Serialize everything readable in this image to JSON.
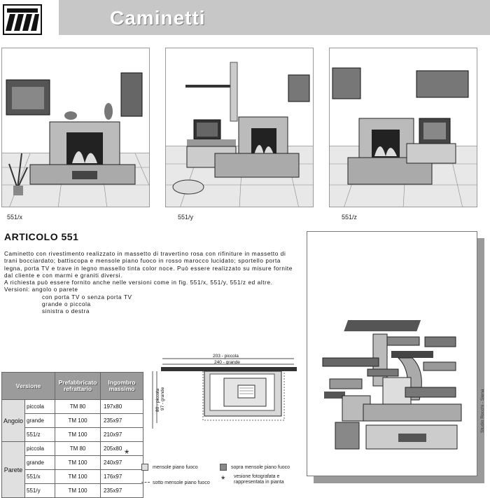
{
  "header": {
    "title": "Caminetti"
  },
  "panels": [
    {
      "caption": "551/x"
    },
    {
      "caption": "551/y"
    },
    {
      "caption": "551/z"
    }
  ],
  "article": {
    "title": "ARTICOLO 551",
    "paragraphs": [
      "Caminetto con rivestimento realizzato in massetto di travertino rosa con rifiniture in massetto di trani bocciardato; battiscopa e mensole piano fuoco in rosso marocco lucidato; sportello porta legna, porta TV e trave in legno massello tinta color noce. Può essere realizzato su misure fornite dal cliente e con marmi e graniti diversi.",
      "A richiesta può essere fornito anche nelle versioni come in fig. 551/x, 551/y, 551/z ed altre.",
      "Versioni: angolo o parete"
    ],
    "options": [
      "con porta TV o senza porta TV",
      "grande o piccola",
      "sinistra o destra"
    ]
  },
  "plan": {
    "dim_top": "203 - piccola",
    "dim_top2": "240 - grande",
    "dim_side": "80 - piccola",
    "dim_side2": "97 - grande"
  },
  "table": {
    "headers": {
      "versione": "Versione",
      "prefabbricato": "Prefabbricato refrattario",
      "ingombro": "Ingombro massimo"
    },
    "groups": [
      {
        "name": "Angolo",
        "rows": [
          {
            "var": "piccola",
            "pref": "TM 80",
            "ing": "197x80"
          },
          {
            "var": "grande",
            "pref": "TM 100",
            "ing": "235x97"
          },
          {
            "var": "551/z",
            "pref": "TM 100",
            "ing": "210x97"
          }
        ]
      },
      {
        "name": "Parete",
        "rows": [
          {
            "var": "piccola",
            "pref": "TM 80",
            "ing": "205x80"
          },
          {
            "var": "grande",
            "pref": "TM 100",
            "ing": "240x97"
          },
          {
            "var": "551/x",
            "pref": "TM 100",
            "ing": "176x97"
          },
          {
            "var": "551/y",
            "pref": "TM 100",
            "ing": "235x97"
          }
        ]
      }
    ],
    "star": "*"
  },
  "legend": {
    "a": "mensole piano fuoco",
    "b": "sopra mensole piano fuoco",
    "c": "sotto mensole piano fuoco",
    "d": "vesione fotografata e rappresentata in pianta",
    "star": "*"
  },
  "credit": "Studio Rocchi - Siena",
  "colors": {
    "title_bar": "#c7c7c7",
    "table_header": "#9b9b9b",
    "group_cell": "#e0e0e0"
  }
}
